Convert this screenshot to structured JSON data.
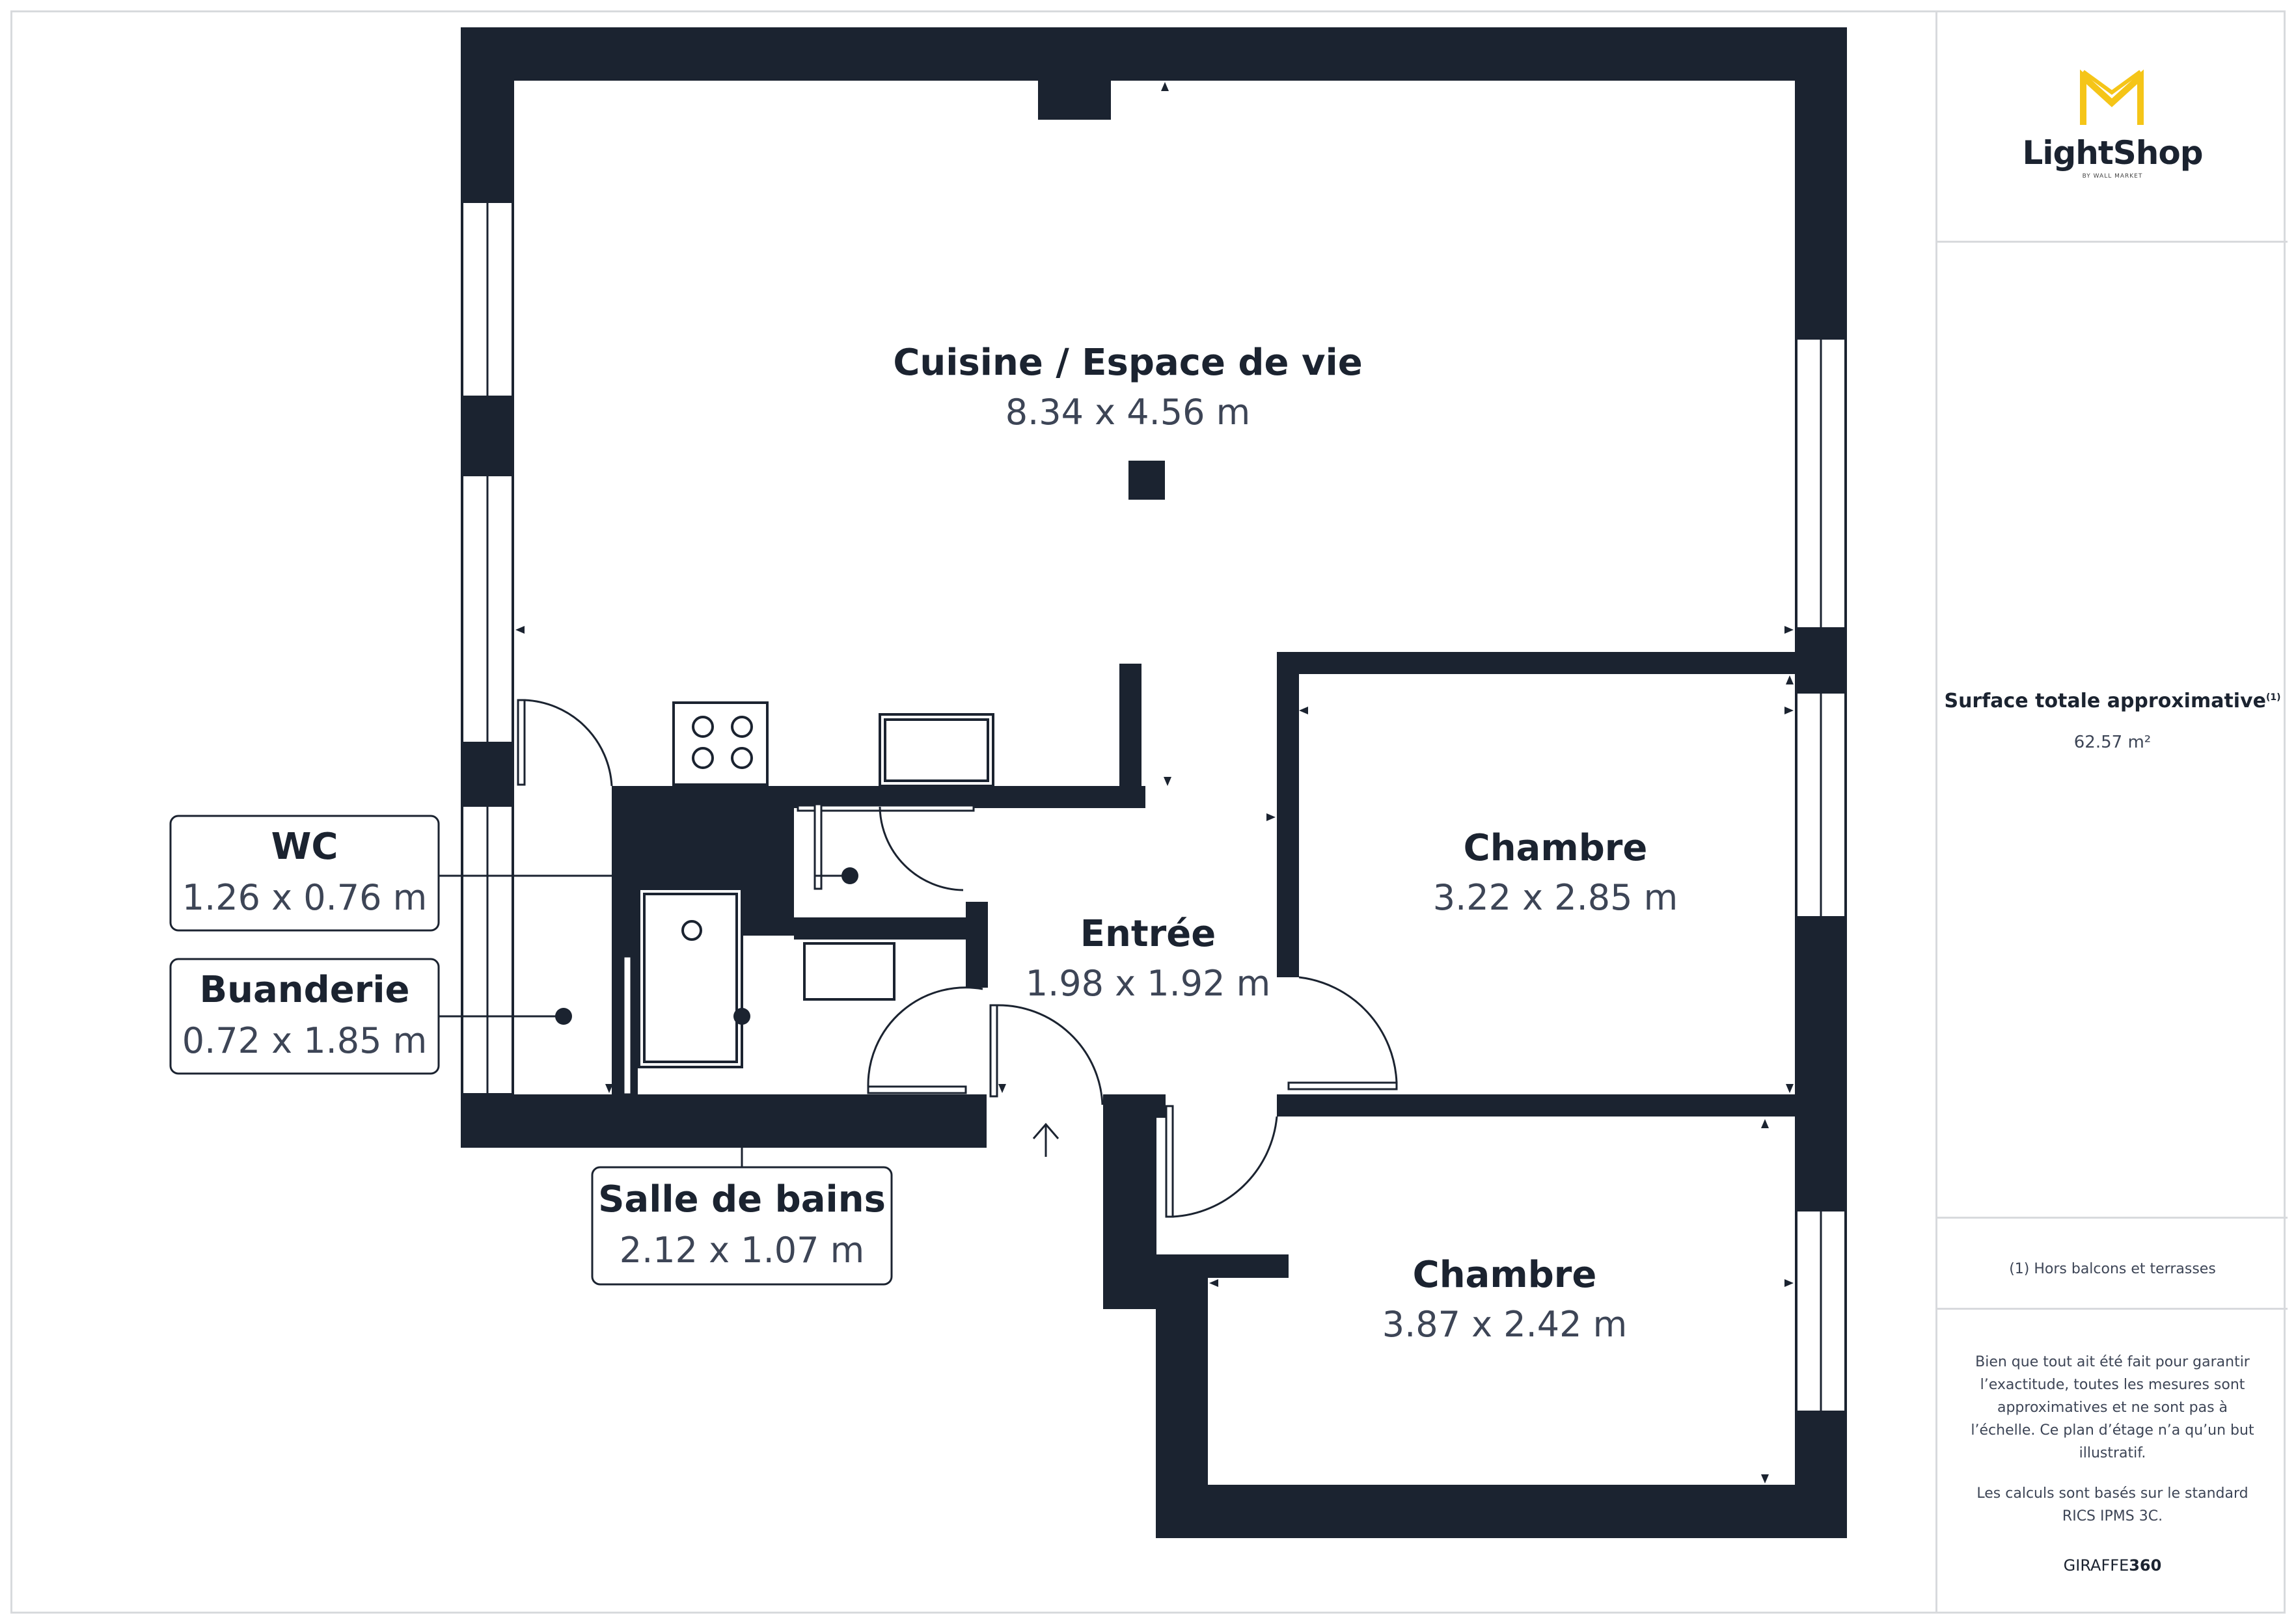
{
  "rooms": {
    "living": {
      "name": "Cuisine / Espace de vie",
      "dims": "8.34 x 4.56 m"
    },
    "entree": {
      "name": "Entrée",
      "dims": "1.98 x 1.92 m"
    },
    "chambre1": {
      "name": "Chambre",
      "dims": "3.22 x 2.85 m"
    },
    "chambre2": {
      "name": "Chambre",
      "dims": "3.87 x 2.42 m"
    },
    "wc": {
      "name": "WC",
      "dims": "1.26 x 0.76 m"
    },
    "buanderie": {
      "name": "Buanderie",
      "dims": "0.72 x 1.85 m"
    },
    "salle_de_bains": {
      "name": "Salle de bains",
      "dims": "2.12 x 1.07 m"
    }
  },
  "sidebar": {
    "logo_text": "LightShop",
    "logo_sub": "BY WALL MARKET",
    "surface_label": "Surface totale approximative",
    "surface_sup": "(1)",
    "surface_value": "62.57 m²",
    "footnote": "(1) Hors balcons et terrasses",
    "disclaimer": "Bien que tout ait été fait pour garantir l’exactitude, toutes les mesures sont approximatives et ne sont pas à l’échelle. Ce plan d’étage n’a qu’un but illustratif.",
    "calc_note": "Les calculs sont basés sur le standard RICS IPMS 3C.",
    "brand_a": "GIRAFFE",
    "brand_b": "360"
  },
  "colors": {
    "wall": "#1b2330",
    "logo_yellow": "#f5c518",
    "text_dim": "#3d4556",
    "frame": "#d8dadd"
  }
}
